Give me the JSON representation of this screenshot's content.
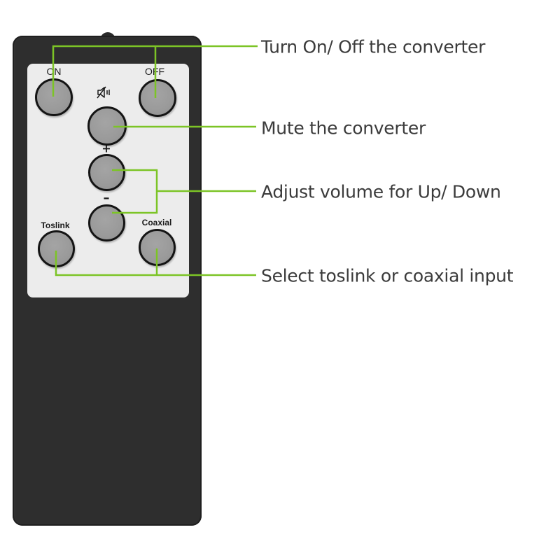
{
  "accent_color": "#7cc426",
  "remote": {
    "body_color": "#2e2e2e",
    "panel_color": "#ececec",
    "buttons": {
      "on": {
        "label": "ON"
      },
      "off": {
        "label": "OFF"
      },
      "mute": {
        "icon": "speaker-mute-icon",
        "glyph": "🔇"
      },
      "volume_up": {
        "label": "+"
      },
      "volume_down": {
        "label": "–"
      },
      "toslink": {
        "label": "Toslink"
      },
      "coaxial": {
        "label": "Coaxial"
      }
    }
  },
  "callouts": [
    {
      "id": "power",
      "text": "Turn On/ Off the converter"
    },
    {
      "id": "mute",
      "text": "Mute the converter"
    },
    {
      "id": "volume",
      "text": "Adjust volume for Up/ Down"
    },
    {
      "id": "input",
      "text": "Select toslink or coaxial input"
    }
  ]
}
